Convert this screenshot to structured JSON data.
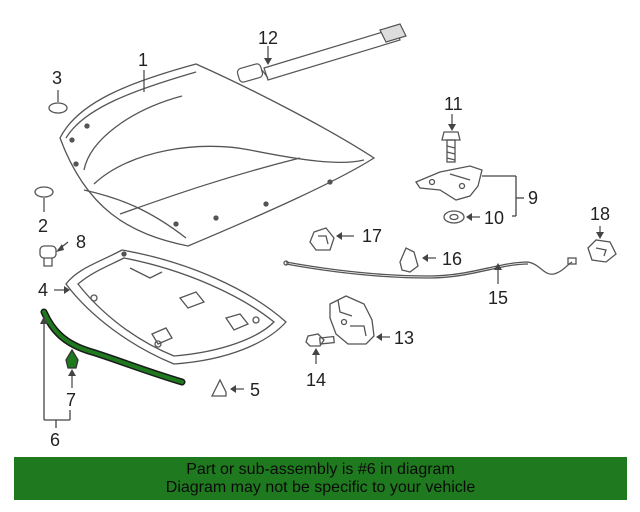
{
  "callouts": {
    "c1": "1",
    "c2": "2",
    "c3": "3",
    "c4": "4",
    "c5": "5",
    "c6": "6",
    "c7": "7",
    "c8": "8",
    "c9": "9",
    "c10": "10",
    "c11": "11",
    "c12": "12",
    "c13": "13",
    "c14": "14",
    "c15": "15",
    "c16": "16",
    "c17": "17",
    "c18": "18"
  },
  "banner": {
    "line1": "Part or sub-assembly is #6 in diagram",
    "line2": "Diagram may not be specific to your vehicle"
  },
  "colors": {
    "highlight_part": "#1f7a1f",
    "banner_background": "#1f7a1f",
    "line_art": "#555555"
  }
}
